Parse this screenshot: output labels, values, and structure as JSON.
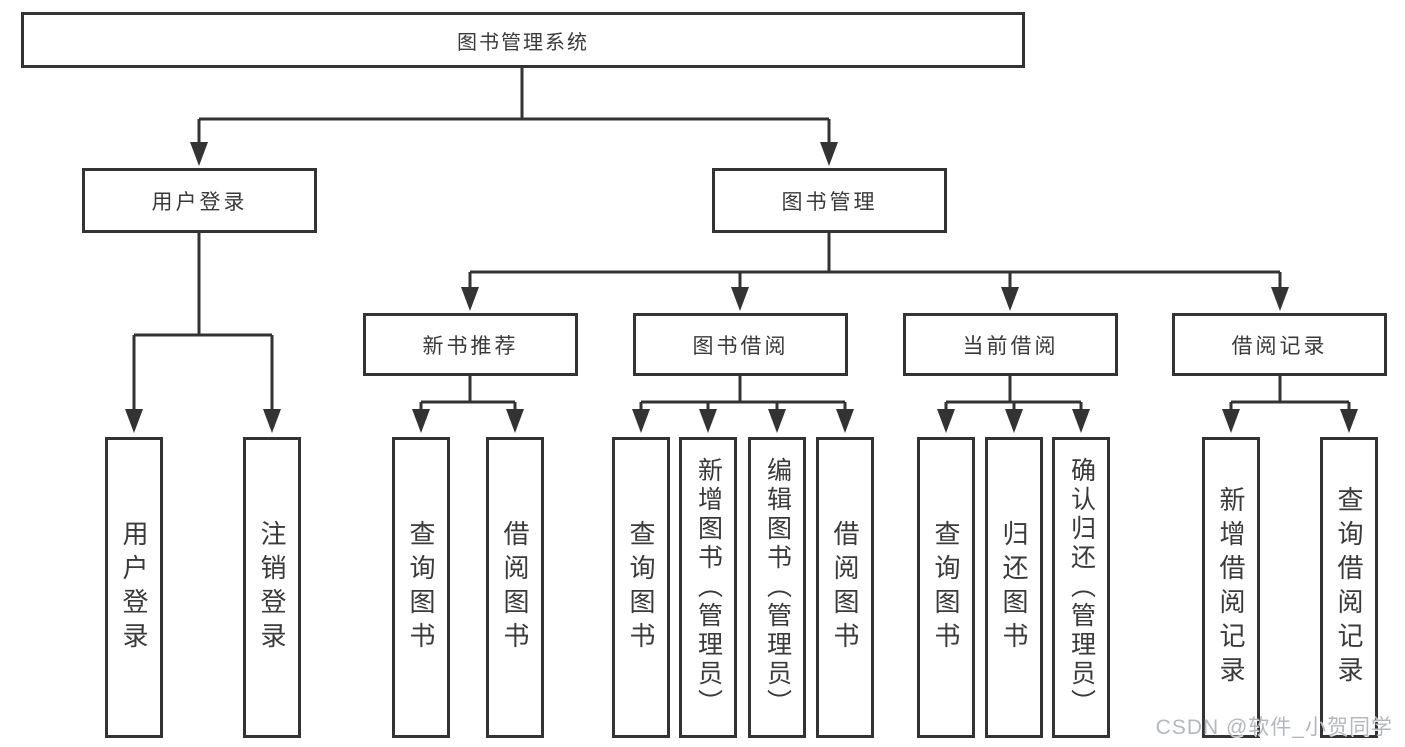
{
  "diagram": {
    "root": {
      "label": "图书管理系统"
    },
    "level2": [
      {
        "label": "用户登录"
      },
      {
        "label": "图书管理"
      }
    ],
    "level3": [
      {
        "label": "新书推荐"
      },
      {
        "label": "图书借阅"
      },
      {
        "label": "当前借阅"
      },
      {
        "label": "借阅记录"
      }
    ],
    "leaves": [
      {
        "label": "用户登录",
        "parent": "用户登录"
      },
      {
        "label": "注销登录",
        "parent": "用户登录"
      },
      {
        "label": "查询图书",
        "parent": "新书推荐"
      },
      {
        "label": "借阅图书",
        "parent": "新书推荐"
      },
      {
        "label": "查询图书",
        "parent": "图书借阅"
      },
      {
        "label": "新增图书（管理员）",
        "parent": "图书借阅"
      },
      {
        "label": "编辑图书（管理员）",
        "parent": "图书借阅"
      },
      {
        "label": "借阅图书",
        "parent": "图书借阅"
      },
      {
        "label": "查询图书",
        "parent": "当前借阅"
      },
      {
        "label": "归还图书",
        "parent": "当前借阅"
      },
      {
        "label": "确认归还（管理员）",
        "parent": "当前借阅"
      },
      {
        "label": "新增借阅记录",
        "parent": "借阅记录"
      },
      {
        "label": "查询借阅记录",
        "parent": "借阅记录"
      }
    ],
    "watermark": "CSDN @软件_小贺同学",
    "colors": {
      "line": "#333333",
      "text": "#3a3a3a",
      "watermark": "#b4b8bd",
      "background": "#ffffff"
    }
  }
}
